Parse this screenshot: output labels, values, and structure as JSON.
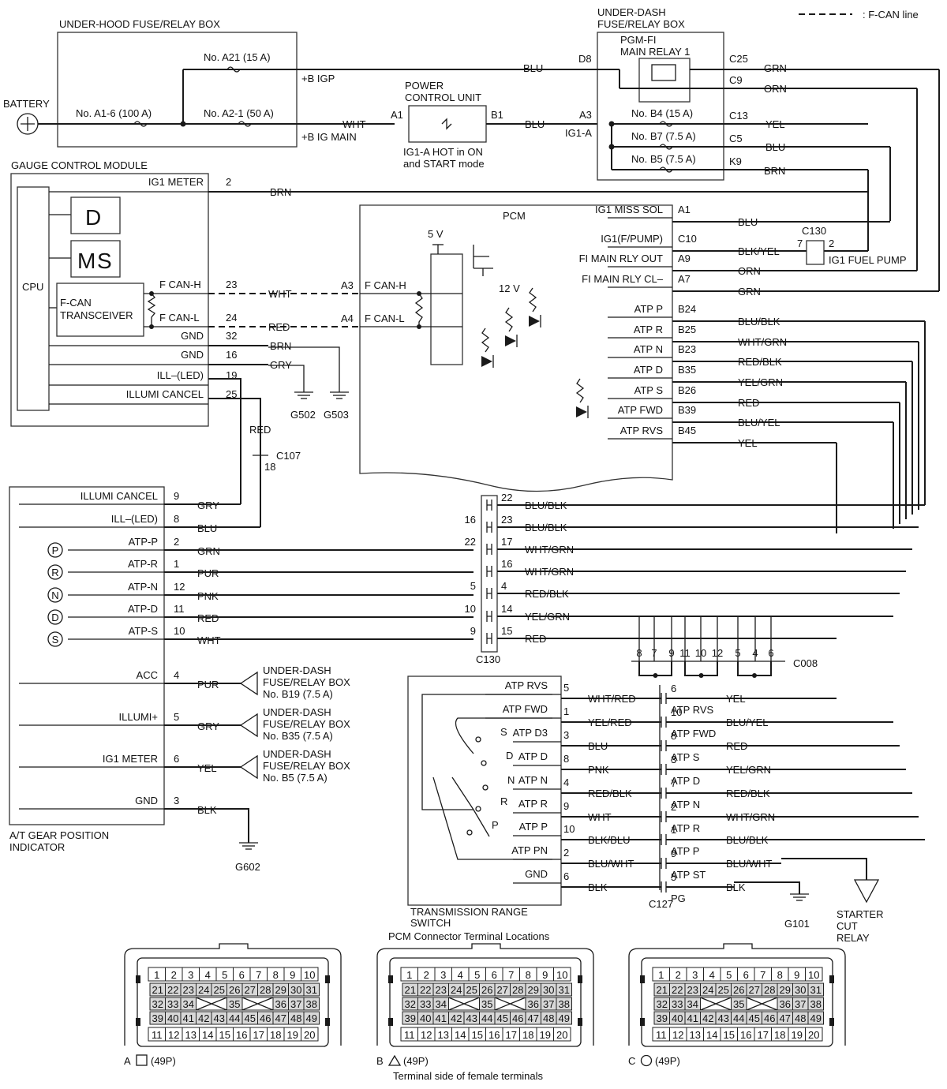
{
  "legend": {
    "fcan": ": F-CAN line"
  },
  "boxes": {
    "under_hood": "UNDER-HOOD FUSE/RELAY BOX",
    "under_dash_1": "UNDER-DASH",
    "under_dash_2": "FUSE/RELAY BOX",
    "relay_1": "PGM-FI",
    "relay_2": "MAIN RELAY 1",
    "battery": "BATTERY",
    "pcu_1": "POWER",
    "pcu_2": "CONTROL UNIT",
    "pcu_note_1": "IG1-A HOT in ON",
    "pcu_note_2": "and START mode",
    "gauge": "GAUGE CONTROL MODULE",
    "cpu": "CPU",
    "transceiver_1": "F-CAN",
    "transceiver_2": "TRANSCEIVER",
    "pcm": "PCM",
    "atgpi_1": "A/T GEAR POSITION",
    "atgpi_2": "INDICATOR",
    "trs_1": "TRANSMISSION RANGE",
    "trs_2": "SWITCH",
    "fuel_pump": "IG1 FUEL PUMP",
    "starter_1": "STARTER",
    "starter_2": "CUT",
    "starter_3": "RELAY"
  },
  "display": {
    "d": "D",
    "m": "M",
    "s": "S"
  },
  "fuses": {
    "a21": "No. A21 (15 A)",
    "a16": "No. A1-6 (100 A)",
    "a21b": "No. A2-1 (50 A)",
    "igp": "+B IGP",
    "igmain": "+B IG MAIN",
    "b4": "No. B4 (15 A)",
    "b7": "No. B7 (7.5 A)",
    "b5": "No. B5 (7.5 A)"
  },
  "terms": {
    "d8": "D8",
    "a1": "A1",
    "b1": "B1",
    "a3": "A3",
    "ig1a": "IG1-A",
    "c25": "C25",
    "c9": "C9",
    "c13": "C13",
    "c5": "C5",
    "k9": "K9",
    "c130": "C130",
    "c130n7": "7",
    "c130n2": "2",
    "c107": "C107",
    "c107n": "18",
    "c008": "C008",
    "c127": "C127"
  },
  "wires_top": {
    "blu1": "BLU",
    "wht1": "WHT",
    "blu2": "BLU",
    "grn": "GRN",
    "orn": "ORN",
    "yel": "YEL",
    "blu3": "BLU",
    "brn": "BRN"
  },
  "gauge_pins": [
    {
      "name": "IG1 METER",
      "pin": "2",
      "wire": "BRN"
    },
    {
      "name": "F CAN-H",
      "pin": "23",
      "wire": "WHT"
    },
    {
      "name": "F CAN-L",
      "pin": "24",
      "wire": "RED"
    },
    {
      "name": "GND",
      "pin": "32",
      "wire": "BRN"
    },
    {
      "name": "GND",
      "pin": "16",
      "wire": "GRY"
    },
    {
      "name": "ILL–(LED)",
      "pin": "19",
      "wire": ""
    },
    {
      "name": "ILLUMI CANCEL",
      "pin": "25",
      "wire": "RED"
    }
  ],
  "grounds": {
    "g502": "G502",
    "g503": "G503",
    "g602": "G602",
    "g101": "G101"
  },
  "pcm_can": {
    "a3": "A3",
    "a4": "A4",
    "h": "F CAN-H",
    "l": "F CAN-L",
    "v5": "5 V",
    "v12": "12 V"
  },
  "pcm_pins": [
    {
      "name": "IG1 MISS SOL",
      "pin": "A1",
      "wire": "BLU"
    },
    {
      "name": "IG1(F/PUMP)",
      "pin": "C10",
      "wire": "BLK/YEL"
    },
    {
      "name": "FI MAIN RLY OUT",
      "pin": "A9",
      "wire": "ORN"
    },
    {
      "name": "FI MAIN RLY CL–",
      "pin": "A7",
      "wire": "GRN"
    },
    {
      "name": "ATP P",
      "pin": "B24",
      "wire": "BLU/BLK"
    },
    {
      "name": "ATP R",
      "pin": "B25",
      "wire": "WHT/GRN"
    },
    {
      "name": "ATP N",
      "pin": "B23",
      "wire": "RED/BLK"
    },
    {
      "name": "ATP D",
      "pin": "B35",
      "wire": "YEL/GRN"
    },
    {
      "name": "ATP S",
      "pin": "B26",
      "wire": "RED"
    },
    {
      "name": "ATP FWD",
      "pin": "B39",
      "wire": "BLU/YEL"
    },
    {
      "name": "ATP RVS",
      "pin": "B45",
      "wire": "YEL"
    }
  ],
  "atgpi_pins": [
    {
      "name": "ILLUMI CANCEL",
      "pin": "9",
      "wire": "GRY",
      "icon": ""
    },
    {
      "name": "ILL–(LED)",
      "pin": "8",
      "wire": "BLU",
      "icon": ""
    },
    {
      "name": "ATP-P",
      "pin": "2",
      "wire": "GRN",
      "icon": "P"
    },
    {
      "name": "ATP-R",
      "pin": "1",
      "wire": "PUR",
      "icon": "R"
    },
    {
      "name": "ATP-N",
      "pin": "12",
      "wire": "PNK",
      "icon": "N"
    },
    {
      "name": "ATP-D",
      "pin": "11",
      "wire": "RED",
      "icon": "D"
    },
    {
      "name": "ATP-S",
      "pin": "10",
      "wire": "WHT",
      "icon": "S"
    },
    {
      "name": "ACC",
      "pin": "4",
      "wire": "PUR",
      "icon": ""
    },
    {
      "name": "ILLUMI+",
      "pin": "5",
      "wire": "GRY",
      "icon": ""
    },
    {
      "name": "IG1 METER",
      "pin": "6",
      "wire": "YEL",
      "icon": ""
    },
    {
      "name": "GND",
      "pin": "3",
      "wire": "BLK",
      "icon": ""
    }
  ],
  "fuse_refs": [
    {
      "l1": "UNDER-DASH",
      "l2": "FUSE/RELAY BOX",
      "l3": "No. B19 (7.5 A)"
    },
    {
      "l1": "UNDER-DASH",
      "l2": "FUSE/RELAY BOX",
      "l3": "No. B35 (7.5 A)"
    },
    {
      "l1": "UNDER-DASH",
      "l2": "FUSE/RELAY BOX",
      "l3": "No. B5 (7.5 A)"
    }
  ],
  "c130_rows": [
    {
      "l": "",
      "r": "22",
      "wire": "BLU/BLK"
    },
    {
      "l": "16",
      "r": "23",
      "wire": "BLU/BLK"
    },
    {
      "l": "22",
      "r": "17",
      "wire": "WHT/GRN"
    },
    {
      "l": "",
      "r": "16",
      "wire": "WHT/GRN"
    },
    {
      "l": "5",
      "r": "4",
      "wire": "RED/BLK"
    },
    {
      "l": "10",
      "r": "14",
      "wire": "YEL/GRN"
    },
    {
      "l": "9",
      "r": "15",
      "wire": "RED"
    }
  ],
  "c008_pins": [
    "8",
    "7",
    "9",
    "11",
    "10",
    "12",
    "5",
    "4",
    "6"
  ],
  "trs_pins": [
    {
      "name": "ATP RVS",
      "pin": "5",
      "wire": "WHT/RED",
      "cpin": "6",
      "cname": "ATP RVS",
      "wire2": "YEL"
    },
    {
      "name": "ATP FWD",
      "pin": "1",
      "wire": "YEL/RED",
      "cpin": "10",
      "cname": "ATP FWD",
      "wire2": "BLU/YEL"
    },
    {
      "name": "ATP D3",
      "pin": "3",
      "wire": "BLU",
      "cpin": "8",
      "cname": "ATP S",
      "wire2": "RED"
    },
    {
      "name": "ATP D",
      "pin": "8",
      "wire": "PNK",
      "cpin": "3",
      "cname": "ATP D",
      "wire2": "YEL/GRN"
    },
    {
      "name": "ATP N",
      "pin": "4",
      "wire": "RED/BLK",
      "cpin": "7",
      "cname": "ATP N",
      "wire2": "RED/BLK"
    },
    {
      "name": "ATP R",
      "pin": "9",
      "wire": "WHT",
      "cpin": "2",
      "cname": "ATP R",
      "wire2": "WHT/GRN"
    },
    {
      "name": "ATP P",
      "pin": "10",
      "wire": "BLK/BLU",
      "cpin": "1",
      "cname": "ATP P",
      "wire2": "BLU/BLK"
    },
    {
      "name": "ATP PN",
      "pin": "2",
      "wire": "BLU/WHT",
      "cpin": "9",
      "cname": "ATP ST",
      "wire2": "BLU/WHT"
    },
    {
      "name": "GND",
      "pin": "6",
      "wire": "BLK",
      "cpin": "5",
      "cname": "PG",
      "wire2": "BLK"
    }
  ],
  "trs_positions": [
    "S",
    "D",
    "N",
    "R",
    "P"
  ],
  "connectors": {
    "title": "PCM Connector Terminal Locations",
    "footer": "Terminal side of female terminals",
    "labels": [
      {
        "letter": "A",
        "shape": "square",
        "pins": "(49P)"
      },
      {
        "letter": "B",
        "shape": "triangle",
        "pins": "(49P)"
      },
      {
        "letter": "C",
        "shape": "circle",
        "pins": "(49P)"
      }
    ],
    "row1": [
      "1",
      "2",
      "3",
      "4",
      "5",
      "6",
      "7",
      "8",
      "9",
      "10"
    ],
    "row2": [
      "21",
      "22",
      "23",
      "24",
      "25",
      "26",
      "27",
      "28",
      "29",
      "30",
      "31"
    ],
    "row3": [
      "32",
      "33",
      "34",
      "35",
      "36",
      "37",
      "38"
    ],
    "row4": [
      "39",
      "40",
      "41",
      "42",
      "43",
      "44",
      "45",
      "46",
      "47",
      "48",
      "49"
    ],
    "row5": [
      "11",
      "12",
      "13",
      "14",
      "15",
      "16",
      "17",
      "18",
      "19",
      "20"
    ]
  }
}
